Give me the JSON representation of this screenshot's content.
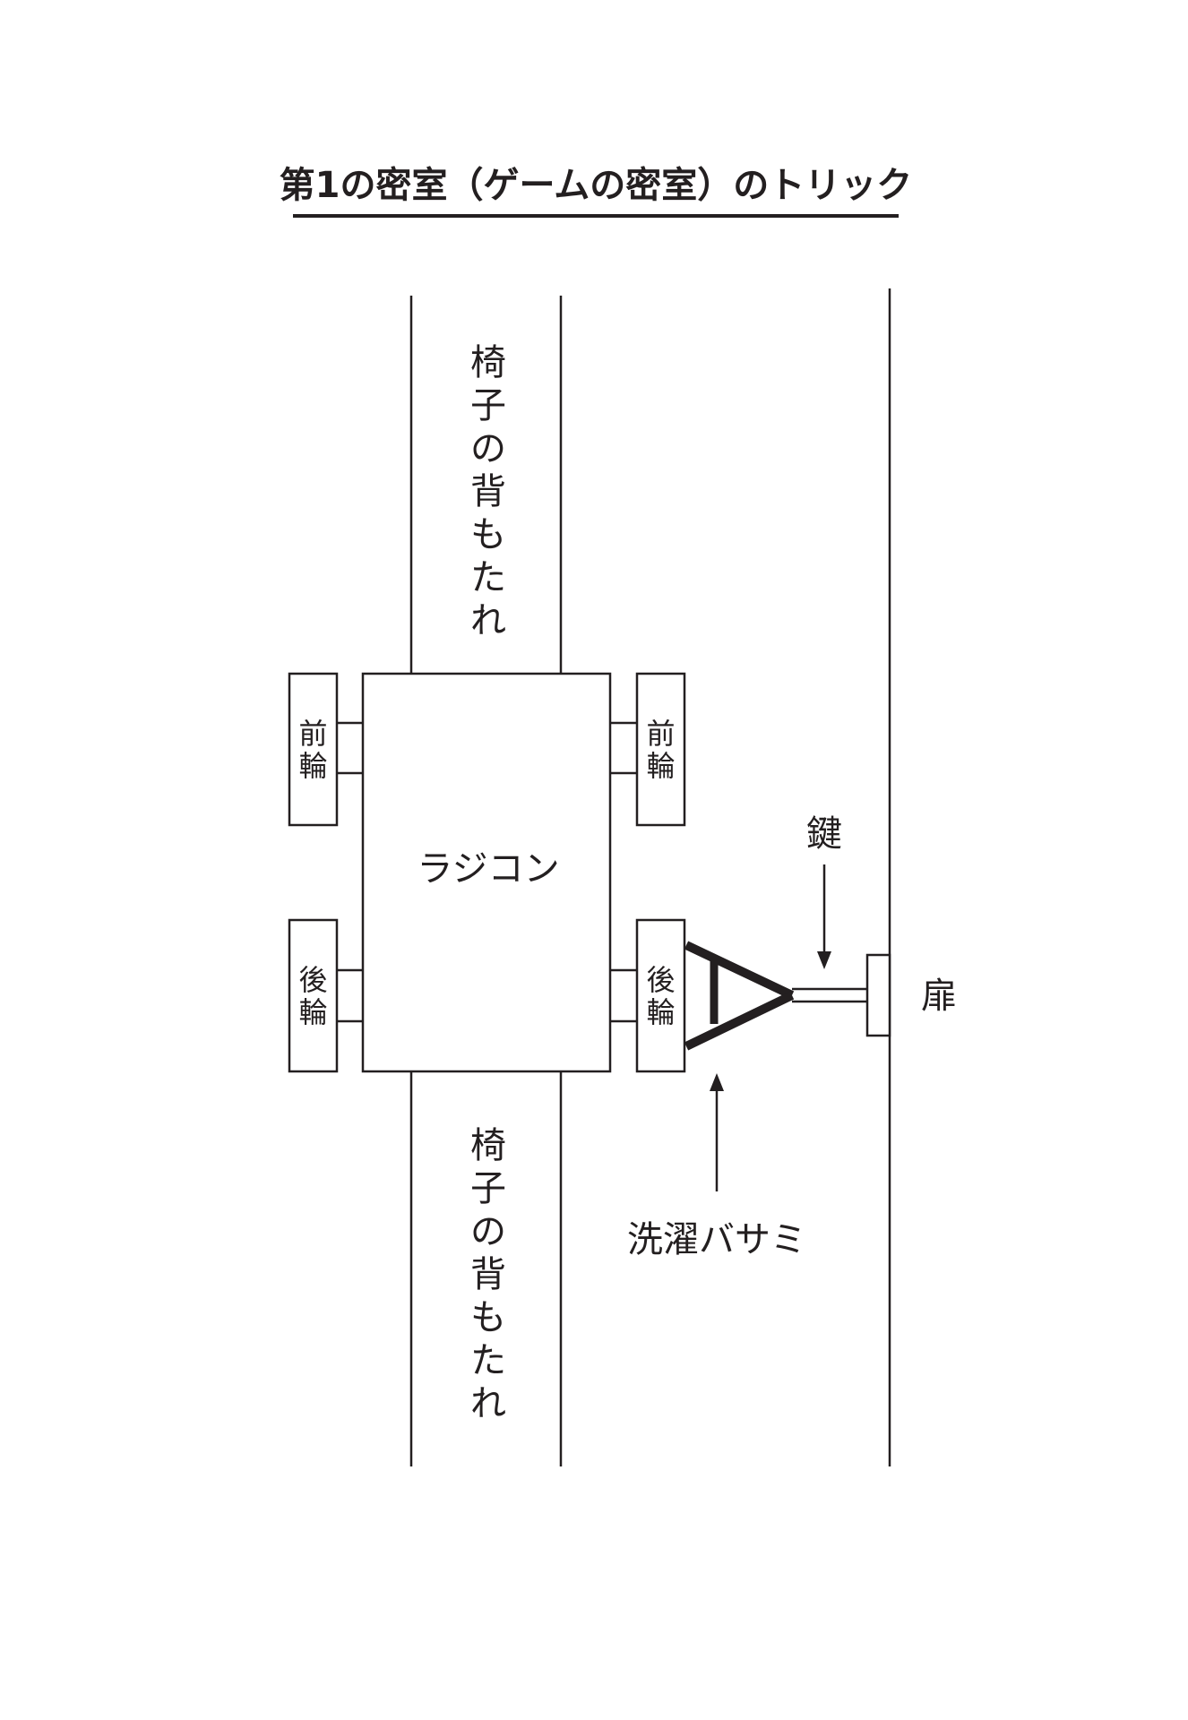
{
  "title": "第1の密室（ゲームの密室）のトリック",
  "labels": {
    "chair_back_top": [
      "椅",
      "子",
      "の",
      "背",
      "も",
      "た",
      "れ"
    ],
    "chair_back_bottom": [
      "椅",
      "子",
      "の",
      "背",
      "も",
      "た",
      "れ"
    ],
    "rc_car": "ラジコン",
    "front_wheel": [
      "前",
      "輪"
    ],
    "rear_wheel": [
      "後",
      "輪"
    ],
    "key": "鍵",
    "door": "扉",
    "clothespin": "洗濯バサミ"
  },
  "colors": {
    "ink": "#231f20",
    "background": "#ffffff"
  }
}
